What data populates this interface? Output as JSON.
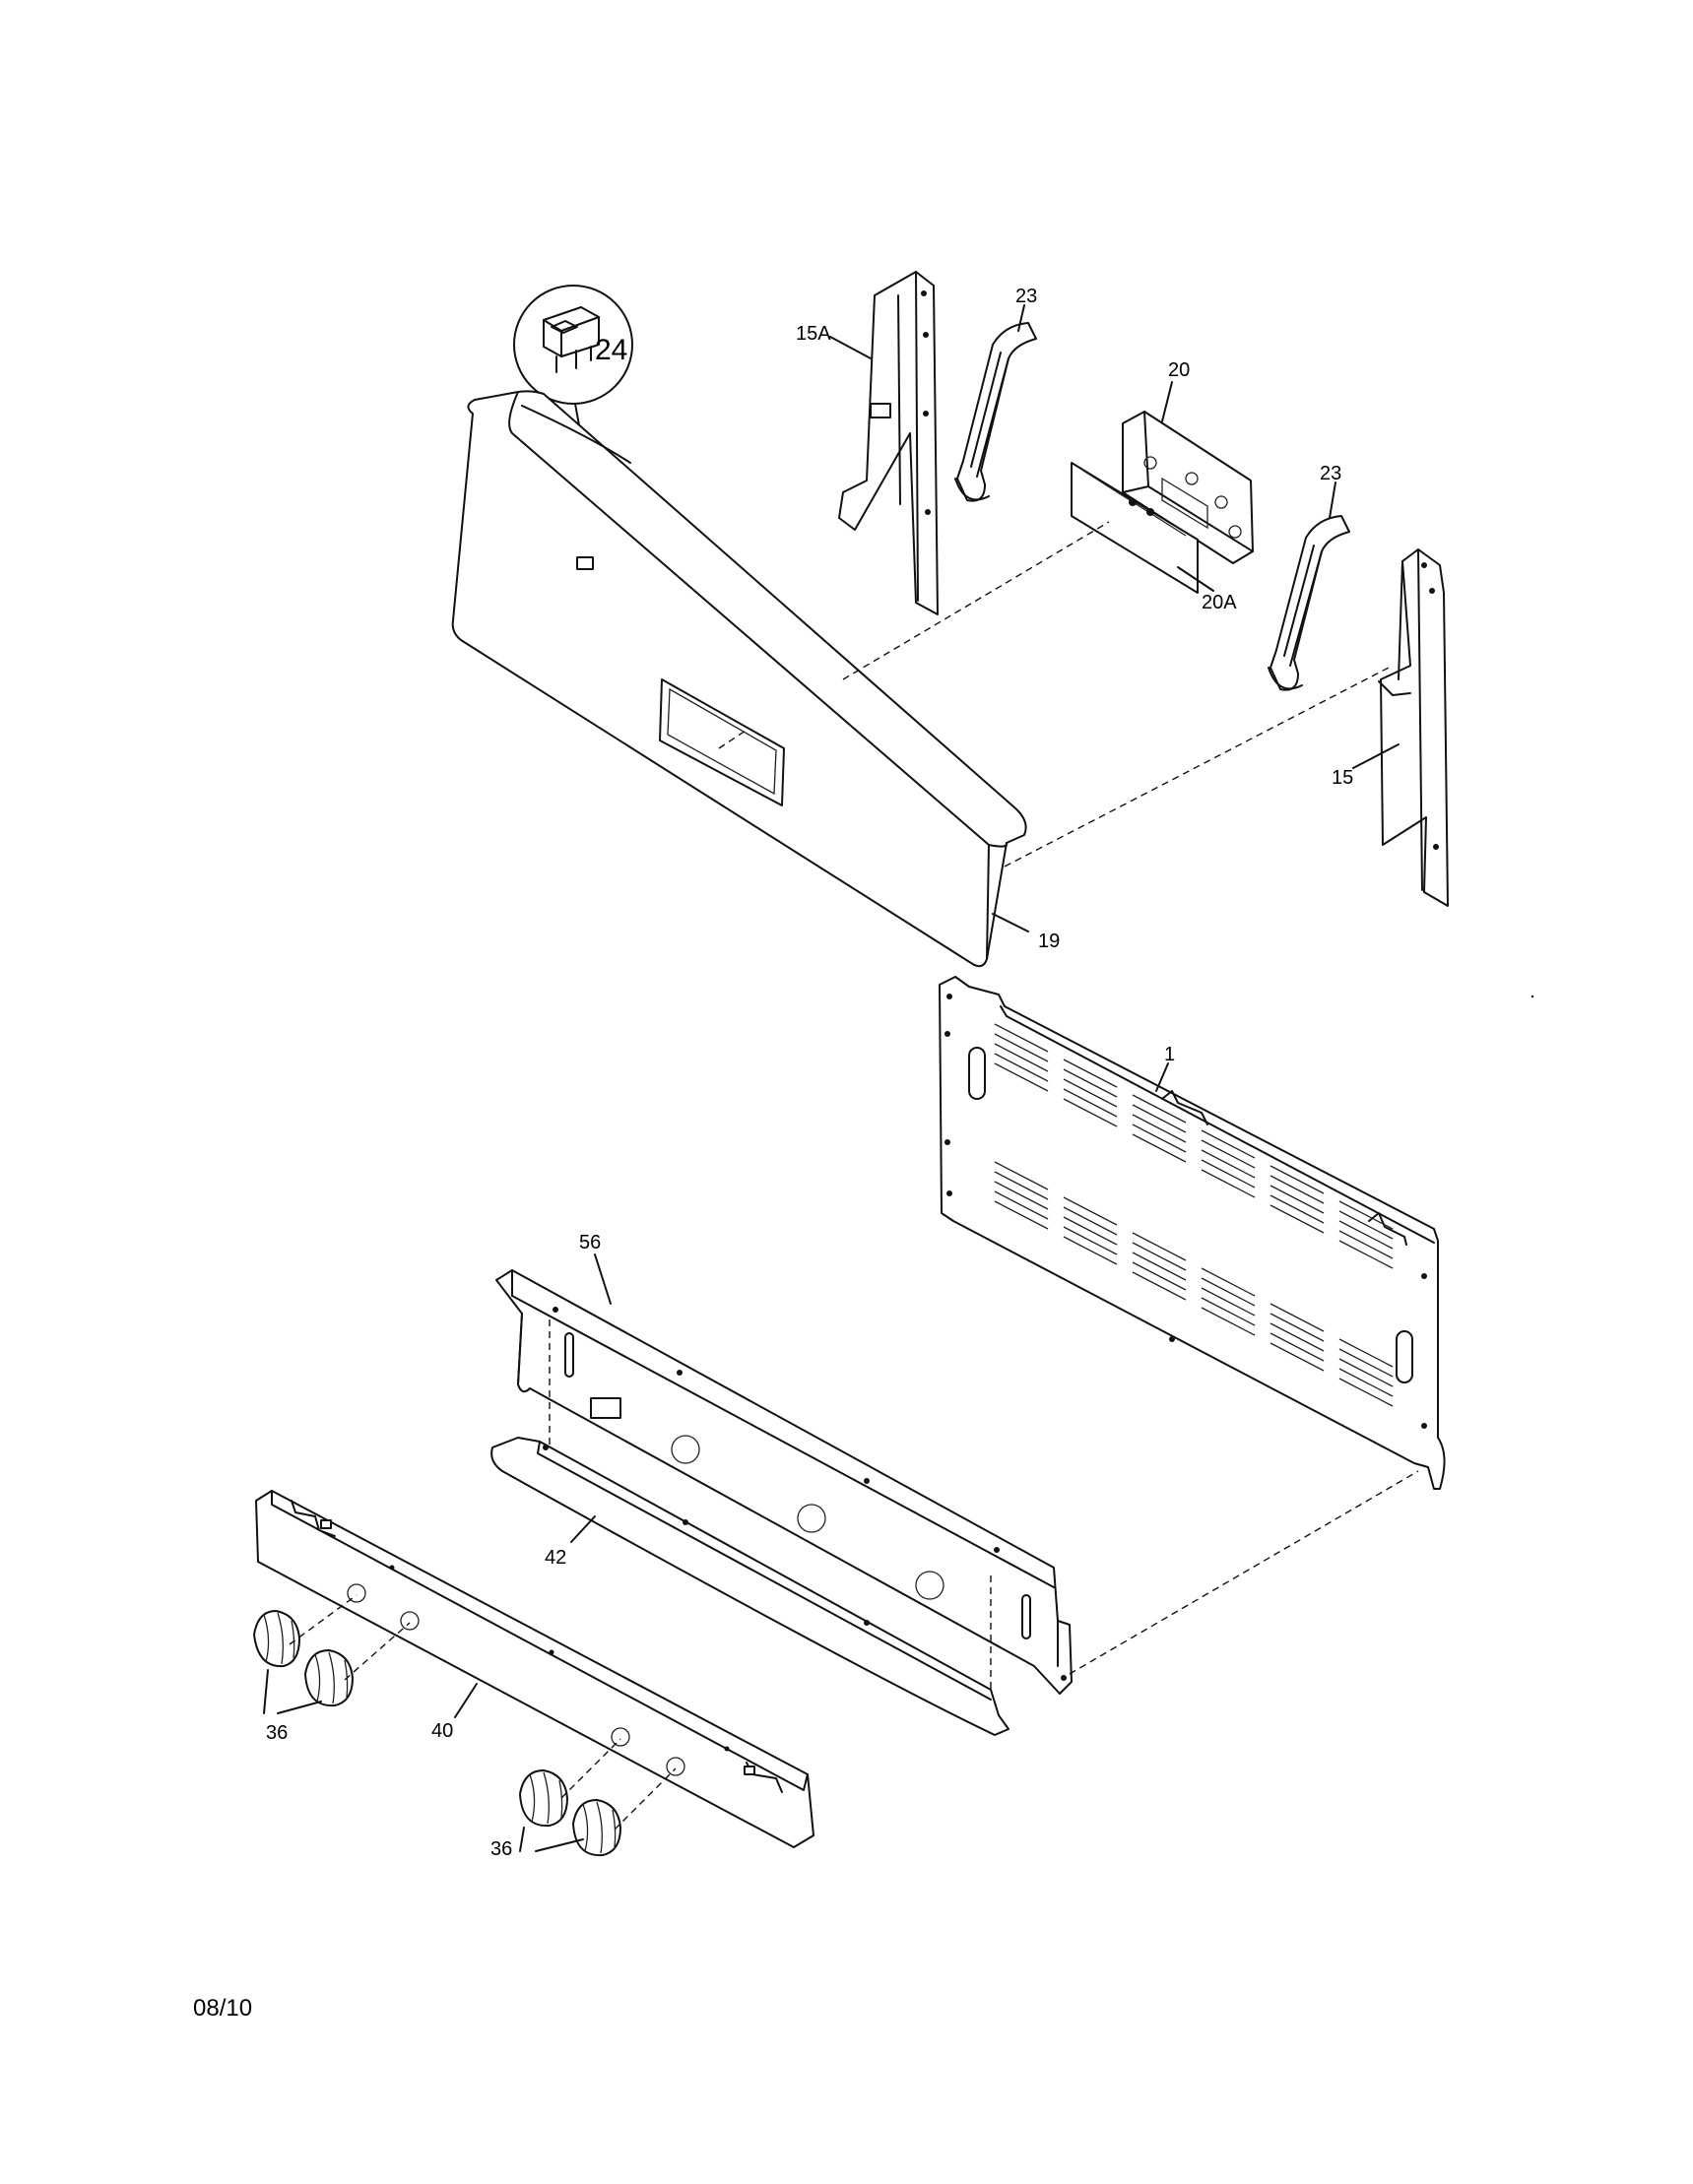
{
  "callouts": {
    "p24": "24",
    "p23a": "23",
    "p15a": "15A",
    "p20": "20",
    "p23b": "23",
    "p20a": "20A",
    "p15": "15",
    "p19": "19",
    "p1": "1",
    "p56": "56",
    "p42": "42",
    "p36a": "36",
    "p40": "40",
    "p36b": "36"
  },
  "footer": {
    "date": "08/10"
  }
}
